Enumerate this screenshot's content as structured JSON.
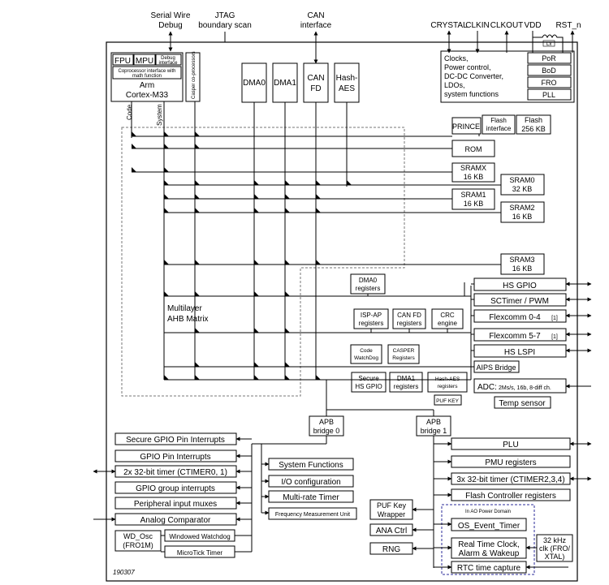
{
  "top_labels": {
    "serial_wire": "Serial Wire",
    "debug": "Debug",
    "jtag": "JTAG",
    "boundary_scan": "boundary scan",
    "can": "CAN",
    "interface": "interface",
    "crystal": "CRYSTAL",
    "clkin": "CLKIN",
    "clkout": "CLKOUT",
    "vdd": "VDD",
    "rst": "RST_n",
    "lx": "Lx"
  },
  "cpu": {
    "fpu": "FPU",
    "mpu": "MPU",
    "debug_interface_1": "Debug",
    "debug_interface_2": "interface",
    "coproc_1": "Coprocessor interface with",
    "coproc_2": "math function",
    "arm": "Arm",
    "cortex": "Cortex-M33",
    "casper": "Casper co-processors",
    "code": "Code",
    "system": "System"
  },
  "masters": {
    "dma0": "DMA0",
    "dma1": "DMA1",
    "can_fd_1": "CAN",
    "can_fd_2": "FD",
    "hash_1": "Hash-",
    "hash_2": "AES"
  },
  "clocks_box": {
    "line1": "Clocks,",
    "line2": "Power control,",
    "line3": "DC-DC Converter,",
    "line4": "LDOs,",
    "line5": "system functions",
    "por": "PoR",
    "bod": "BoD",
    "fro": "FRO",
    "pll": "PLL"
  },
  "memories": {
    "prince": "PRINCE",
    "flash_if_1": "Flash",
    "flash_if_2": "interface",
    "flash_1": "Flash",
    "flash_2": "256 KB",
    "rom": "ROM",
    "sramx_1": "SRAMX",
    "sramx_2": "16 KB",
    "sram0_1": "SRAM0",
    "sram0_2": "32 KB",
    "sram1_1": "SRAM1",
    "sram1_2": "16 KB",
    "sram2_1": "SRAM2",
    "sram2_2": "16 KB",
    "sram3_1": "SRAM3",
    "sram3_2": "16 KB"
  },
  "matrix": {
    "line1": "Multilayer",
    "line2": "AHB Matrix"
  },
  "ahb_peripherals": {
    "dma0_reg_1": "DMA0",
    "dma0_reg_2": "registers",
    "isp_1": "ISP-AP",
    "isp_2": "registers",
    "canfd_reg_1": "CAN FD",
    "canfd_reg_2": "registers",
    "crc_1": "CRC",
    "crc_2": "engine",
    "code_wd_1": "Code",
    "code_wd_2": "WatchDog",
    "casper_reg_1": "CASPER",
    "casper_reg_2": "Registers",
    "secure_gpio_1": "Secure",
    "secure_gpio_2": "HS GPIO",
    "dma1_reg_1": "DMA1",
    "dma1_reg_2": "registers",
    "hashaes_reg_1": "Hash-AES",
    "hashaes_reg_2": "registers",
    "puf_key": "PUF KEY"
  },
  "right_peripherals": {
    "hs_gpio": "HS GPIO",
    "sctimer": "SCTimer / PWM",
    "flexcomm04": "Flexcomm 0-4",
    "flexcomm04_note": "[1]",
    "flexcomm57": "Flexcomm 5-7",
    "flexcomm57_note": "[1]",
    "hs_lspi": "HS LSPI",
    "aips": "AIPS Bridge",
    "adc": "ADC:",
    "adc_detail": "2Ms/s, 16b, 8-diff ch.",
    "temp": "Temp sensor"
  },
  "bridges": {
    "apb0_1": "APB",
    "apb0_2": "bridge 0",
    "apb1_1": "APB",
    "apb1_2": "bridge 1"
  },
  "apb0_peripherals": {
    "secure_gpio_int": "Secure GPIO Pin Interrupts",
    "gpio_pin_int": "GPIO Pin Interrupts",
    "ctimer01": "2x 32-bit timer (CTIMER0, 1)",
    "gpio_group": "GPIO group interrupts",
    "input_mux": "Peripheral input muxes",
    "analog_comp": "Analog Comparator",
    "wd_osc_1": "WD_Osc",
    "wd_osc_2": "(FRO1M)",
    "windowed_wd": "Windowed Watchdog",
    "microtick": "MicroTick Timer",
    "system_functions": "System Functions",
    "io_config": "I/O configuration",
    "mrt": "Multi-rate Timer",
    "freq_meas": "Frequency Measurement Unit"
  },
  "apb1_peripherals": {
    "plu": "PLU",
    "pmu": "PMU registers",
    "ctimer234": "3x 32-bit timer (CTIMER2,3,4)",
    "flash_ctrl": "Flash Controller registers",
    "puf_wrap_1": "PUF Key",
    "puf_wrap_2": "Wrapper",
    "ana_ctrl": "ANA Ctrl",
    "rng": "RNG",
    "ao_domain": "In AO Power Domain",
    "os_timer": "OS_Event_Timer",
    "rtc_1": "Real Time Clock,",
    "rtc_2": "Alarm & Wakeup",
    "rtc_cap": "RTC time capture",
    "khz_1": "32 kHz",
    "khz_2": "clk (FRO/",
    "khz_3": "XTAL)"
  },
  "figure_id": "190307"
}
